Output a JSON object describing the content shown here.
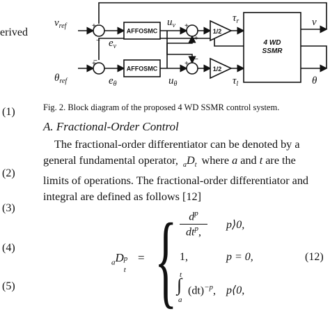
{
  "margin": {
    "fragment_word": "erived",
    "eq_numbers": [
      "(1)",
      "(2)",
      "(3)",
      "(4)",
      "(5)"
    ]
  },
  "figure": {
    "caption": "Fig. 2.  Block diagram of the proposed 4 WD SSMR control system.",
    "blocks": {
      "affosmc_top": "AFFOSMC",
      "affosmc_bottom": "AFFOSMC",
      "half_top": "1/2",
      "half_bottom": "1/2",
      "ssmr_line1": "4 WD",
      "ssmr_line2": "SSMR"
    },
    "signals": {
      "v_ref": "v",
      "v_ref_sub": "ref",
      "theta_ref": "θ",
      "theta_ref_sub": "ref",
      "e_v": "e",
      "e_v_sub": "v",
      "e_theta": "e",
      "e_theta_sub": "θ",
      "u_v": "u",
      "u_v_sub": "v",
      "u_theta": "u",
      "u_theta_sub": "θ",
      "tau_r": "τ",
      "tau_r_sub": "r",
      "tau_l": "τ",
      "tau_l_sub": "l",
      "v_out": "v",
      "theta_out": "θ"
    },
    "sum_signs": {
      "top_left_plus": "+",
      "top_left_minus": "−",
      "bottom_left_plus": "+",
      "bottom_left_minus": "−",
      "top_right_plus_a": "+",
      "top_right_plus_b": "+",
      "bottom_right_plus": "+",
      "bottom_right_minus": "−"
    }
  },
  "section": {
    "heading": "A.   Fractional-Order Control"
  },
  "paragraph": {
    "line1": "The fractional-order differentiator can be denoted by a",
    "line2a": "general fundamental operator,",
    "line2b": "where",
    "line2c": "and",
    "line2d": "are the",
    "line3": "limits of operations. The fractional-order differentiator and",
    "line4": "integral are defined as follows [12]"
  },
  "equation": {
    "number": "(12)",
    "lhs_D": "D",
    "lhs_sub_a": "a",
    "lhs_sub_t": "t",
    "lhs_sup_p": "p",
    "eq_sign": "=",
    "case1_num": "d",
    "case1_den": "dt",
    "case1_sup": "p",
    "case1_cond": "p⟩0,",
    "case2_val": "1,",
    "case2_cond": "p = 0,",
    "case3_int_upper": "t",
    "case3_int_lower": "a",
    "case3_expr": "(dt)",
    "case3_sup": "−p",
    "case3_comma": ",",
    "case3_cond": "p⟨0,",
    "var_a": "a",
    "var_t": "t"
  }
}
